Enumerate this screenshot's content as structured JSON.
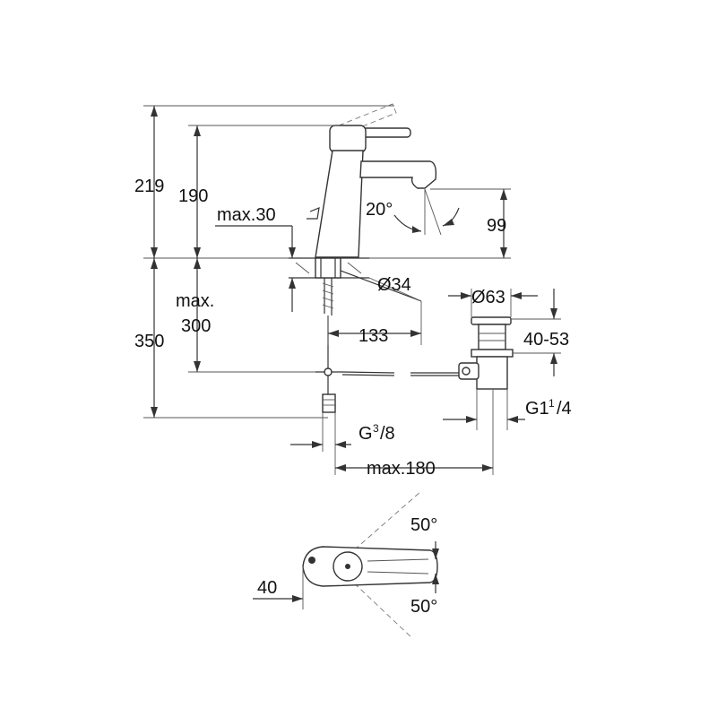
{
  "dimensions": {
    "total_height_219": "219",
    "spout_height_190": "190",
    "below_counter_350": "350",
    "max_300_a": "max.",
    "max_300_b": "300",
    "max_deck_30": "max.30",
    "spout_angle": "20°",
    "spout_outlet_99": "99",
    "hole_diameter_34": "Ø34",
    "waste_diameter_63": "Ø63",
    "pull_rod_133": "133",
    "waste_range": "40-53",
    "connection_g38_main": "G",
    "connection_g38_sup": "3",
    "connection_g38_sub": "/8",
    "waste_thread_main": "G1",
    "waste_thread_sup": "1",
    "waste_thread_sub": "/4",
    "waste_offset_max180": "max.180",
    "lever_swing_top": "50°",
    "lever_swing_bottom": "50°",
    "handle_offset_40": "40"
  },
  "colors": {
    "line": "#333333",
    "background": "#ffffff"
  }
}
